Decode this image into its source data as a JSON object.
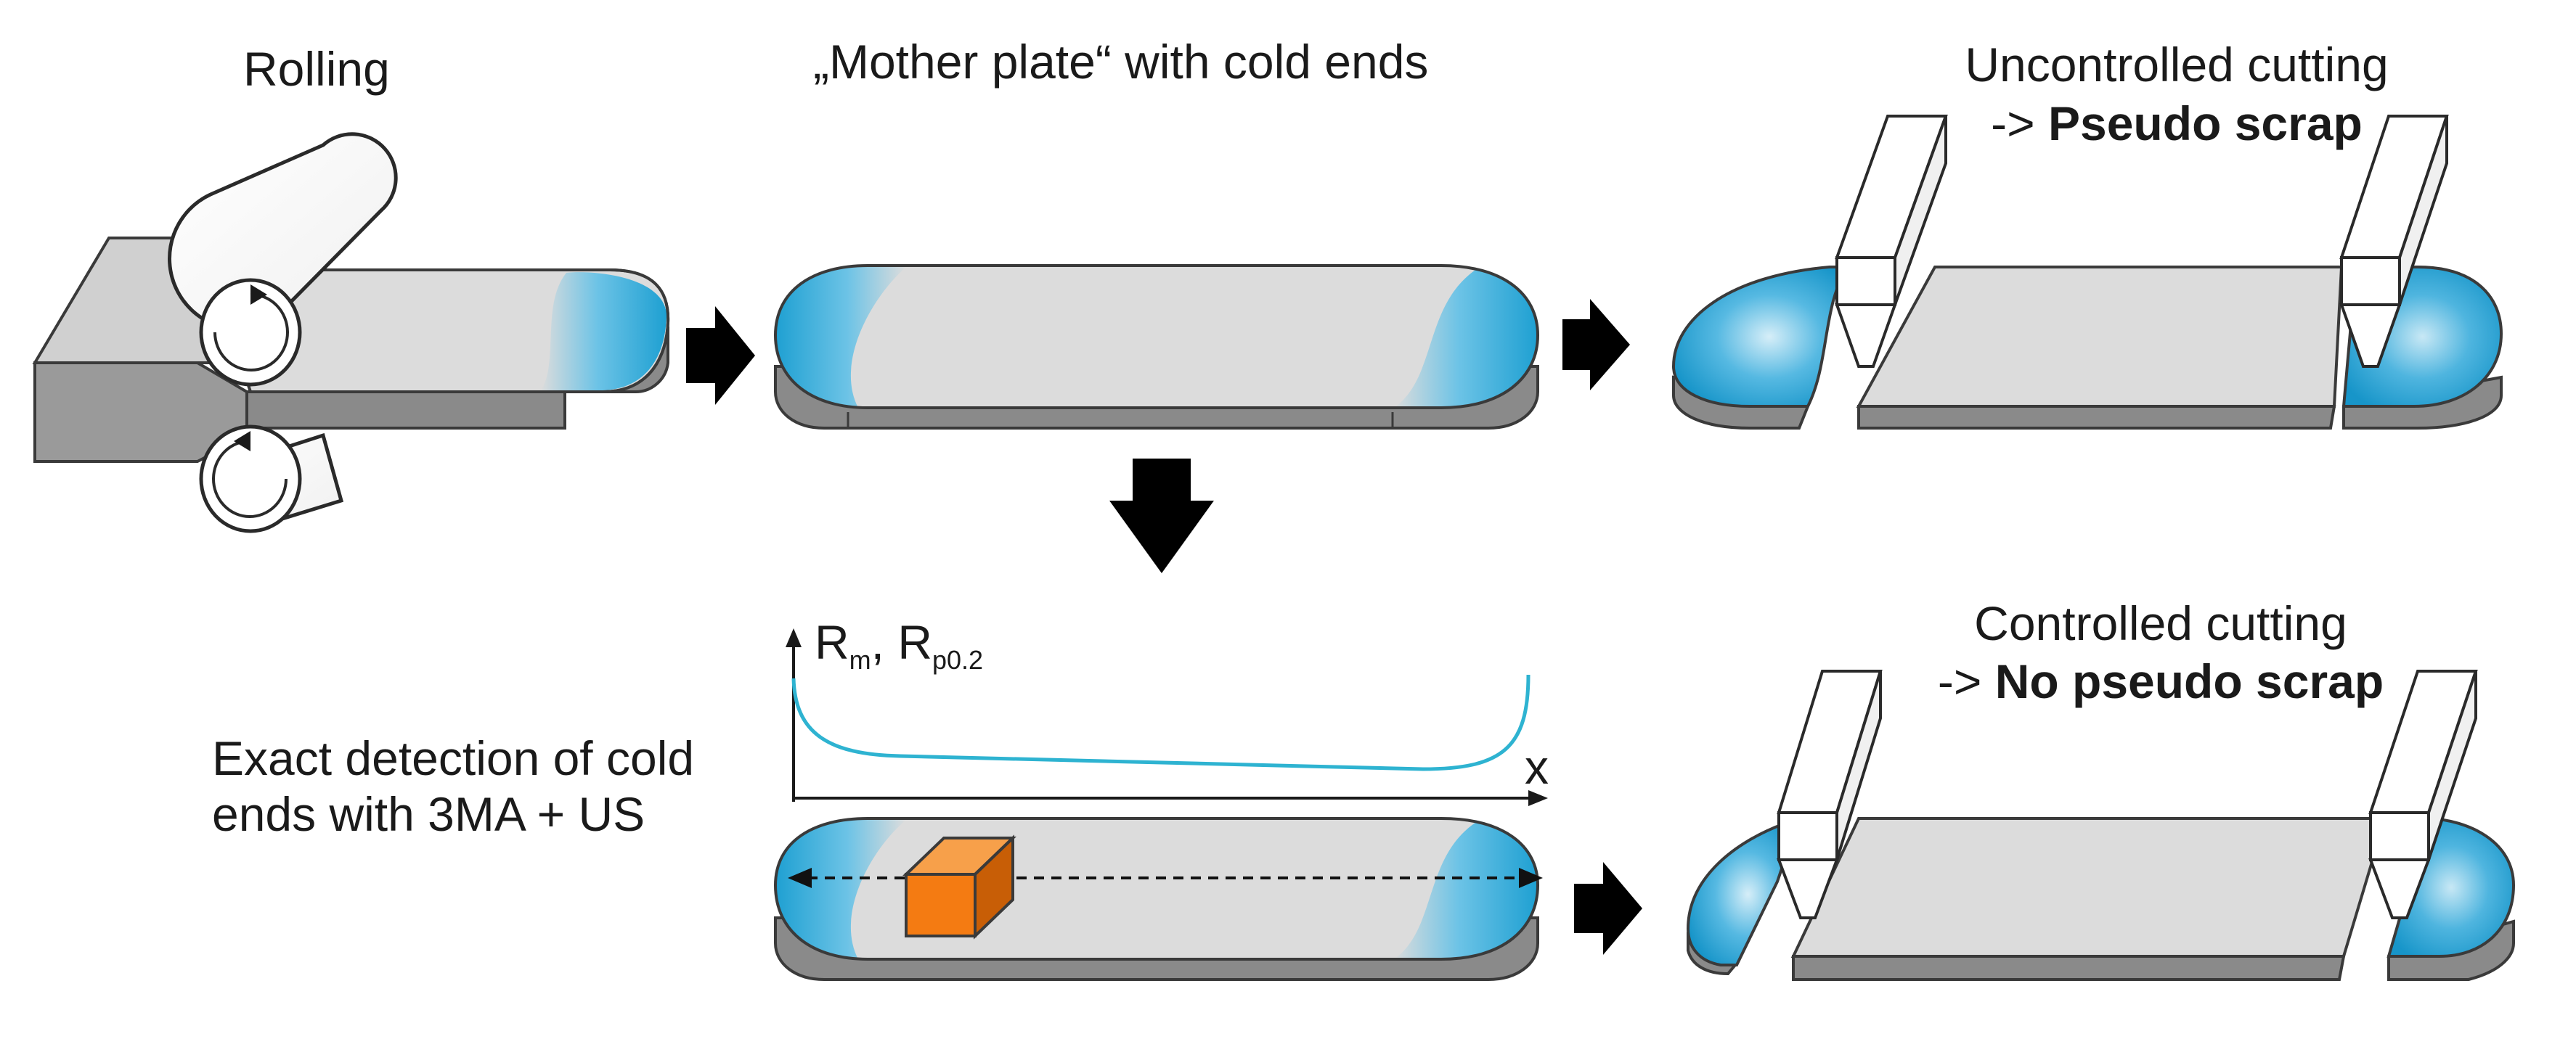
{
  "labels": {
    "rolling": "Rolling",
    "mother_plate": "„Mother plate“ with cold ends",
    "uncontrolled_line1": "Uncontrolled cutting",
    "uncontrolled_prefix": "-> ",
    "uncontrolled_bold": "Pseudo scrap",
    "controlled_line1": "Controlled cutting",
    "controlled_prefix": "-> ",
    "controlled_bold": "No pseudo scrap",
    "detection_line1": "Exact detection of cold",
    "detection_line2": "ends with 3MA + US"
  },
  "profile_chart": {
    "y_axis_symbol_1": "R",
    "y_axis_sub_1": "m",
    "y_axis_sep": ", R",
    "y_axis_sub_2": "p0.2",
    "x_axis_label": "x"
  },
  "colors": {
    "plate_top": "#dcdcdc",
    "plate_side": "#8a8a8a",
    "plate_edge": "#5a5a5a",
    "cold_end": "#1ea0d2",
    "cold_end_light": "#a9daf0",
    "curve": "#2eb3d1",
    "sensor": "#f47b12",
    "arrow": "#000000",
    "outline": "#3a3a3a"
  },
  "icons": [
    "right-arrow-icon",
    "down-arrow-icon",
    "roll-rotation-icon",
    "cutting-blade-icon",
    "sensor-box-icon"
  ]
}
